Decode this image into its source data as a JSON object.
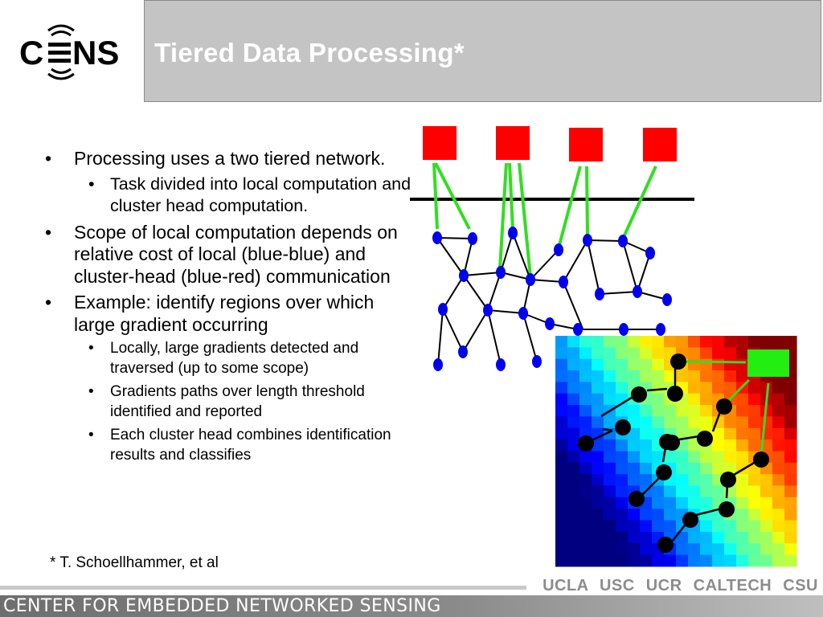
{
  "logo": {
    "text": "CENS"
  },
  "title": "Tiered Data Processing*",
  "bullets": [
    {
      "text": "Processing uses a two tiered network.",
      "sub": [
        {
          "text": "Task divided into local computation and cluster head computation."
        }
      ]
    },
    {
      "text": "Scope of local computation depends on relative cost of local (blue-blue) and cluster-head (blue-red) communication",
      "sub": []
    },
    {
      "text": "Example:  identify regions over which large gradient occurring",
      "sub": [
        {
          "text": "Locally, large gradients detected and traversed (up to some scope)"
        },
        {
          "text": "Gradients paths over length threshold identified and reported"
        },
        {
          "text": "Each cluster head combines identification results and classifies"
        }
      ]
    }
  ],
  "footnote": "* T. Schoellhammer, et al",
  "partners": [
    "UCLA",
    "USC",
    "UCR",
    "CALTECH",
    "CSU"
  ],
  "footer": "CENTER FOR EMBEDDED NETWORKED SENSING",
  "colors": {
    "cluster_head": "#ff0000",
    "sensor_node": "#0000ee",
    "uplink": "#33dd22",
    "title_bar": "#c4c4c4",
    "footer": "#7a7a7a"
  }
}
